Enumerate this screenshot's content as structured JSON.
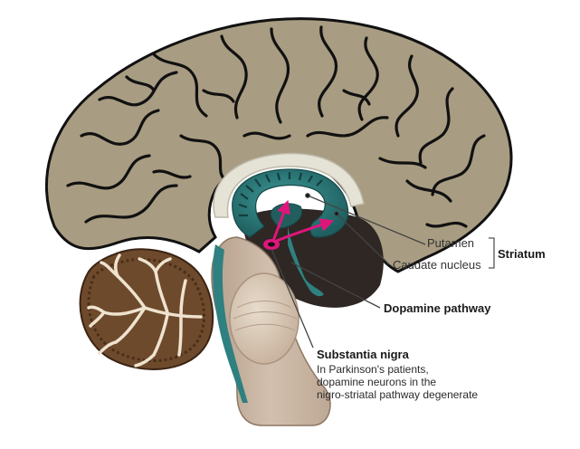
{
  "labels": {
    "putamen": "Putamen",
    "caudate": "Caudate nucleus",
    "striatum": "Striatum",
    "dopamine_pathway": "Dopamine pathway",
    "substantia_nigra": "Substantia nigra",
    "nigra_description": [
      "In Parkinson's patients,",
      "dopamine neurons in the",
      "nigro-striatal pathway degenerate"
    ]
  },
  "colors": {
    "cortex": "#a89c82",
    "cortex_outline": "#111111",
    "cerebellum": "#6e4a2c",
    "cerebellum_white_matter": "#efe3cf",
    "brainstem": "#c8b5a3",
    "pons": "#d9c8b6",
    "midbrain_dark": "#2e2723",
    "corpus_callosum": "#e5e2d6",
    "striatum": "#2f8080",
    "dopamine_arrow": "#e0157c",
    "background": "#ffffff"
  }
}
